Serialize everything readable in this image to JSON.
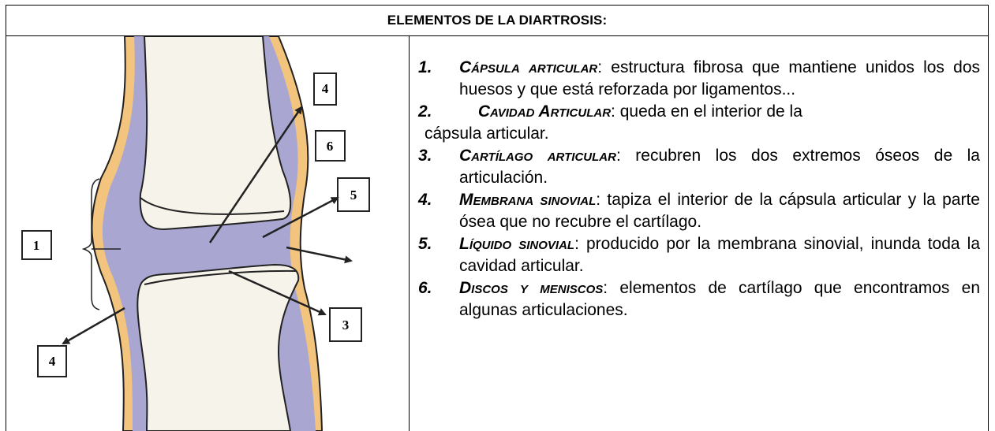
{
  "title": "ELEMENTOS DE LA DIARTROSIS:",
  "diagram": {
    "labels": [
      "4",
      "6",
      "5",
      "1",
      "3",
      "4"
    ],
    "colors": {
      "capsule": "#f3c47e",
      "synovial": "#a9a7d2",
      "bone": "#f6f3ea",
      "stroke": "#222222"
    },
    "icon": "synovial-joint-diagram"
  },
  "items": [
    {
      "num": "1.",
      "term": "Cápsula articular",
      "text": ": estructura fibrosa que mantiene unidos los dos huesos y que está reforzada por ligamentos..."
    },
    {
      "num": "2.",
      "term": "Cavidad Articular",
      "text": ": queda en el interior de la",
      "text2": "cápsula articular."
    },
    {
      "num": "3.",
      "term": "Cartílago articular",
      "text": ": recubren los dos extremos óseos de la articulación."
    },
    {
      "num": "4.",
      "term": "Membrana sinovial",
      "text": ": tapiza el interior de la cápsula articular y la parte ósea que no recubre el cartílago."
    },
    {
      "num": "5.",
      "term": "Líquido sinovial",
      "text": ": producido por la membrana sinovial, inunda toda la cavidad articular."
    },
    {
      "num": "6.",
      "term": "Discos y meniscos",
      "text": ": elementos de cartílago que encontramos en algunas articulaciones."
    }
  ]
}
